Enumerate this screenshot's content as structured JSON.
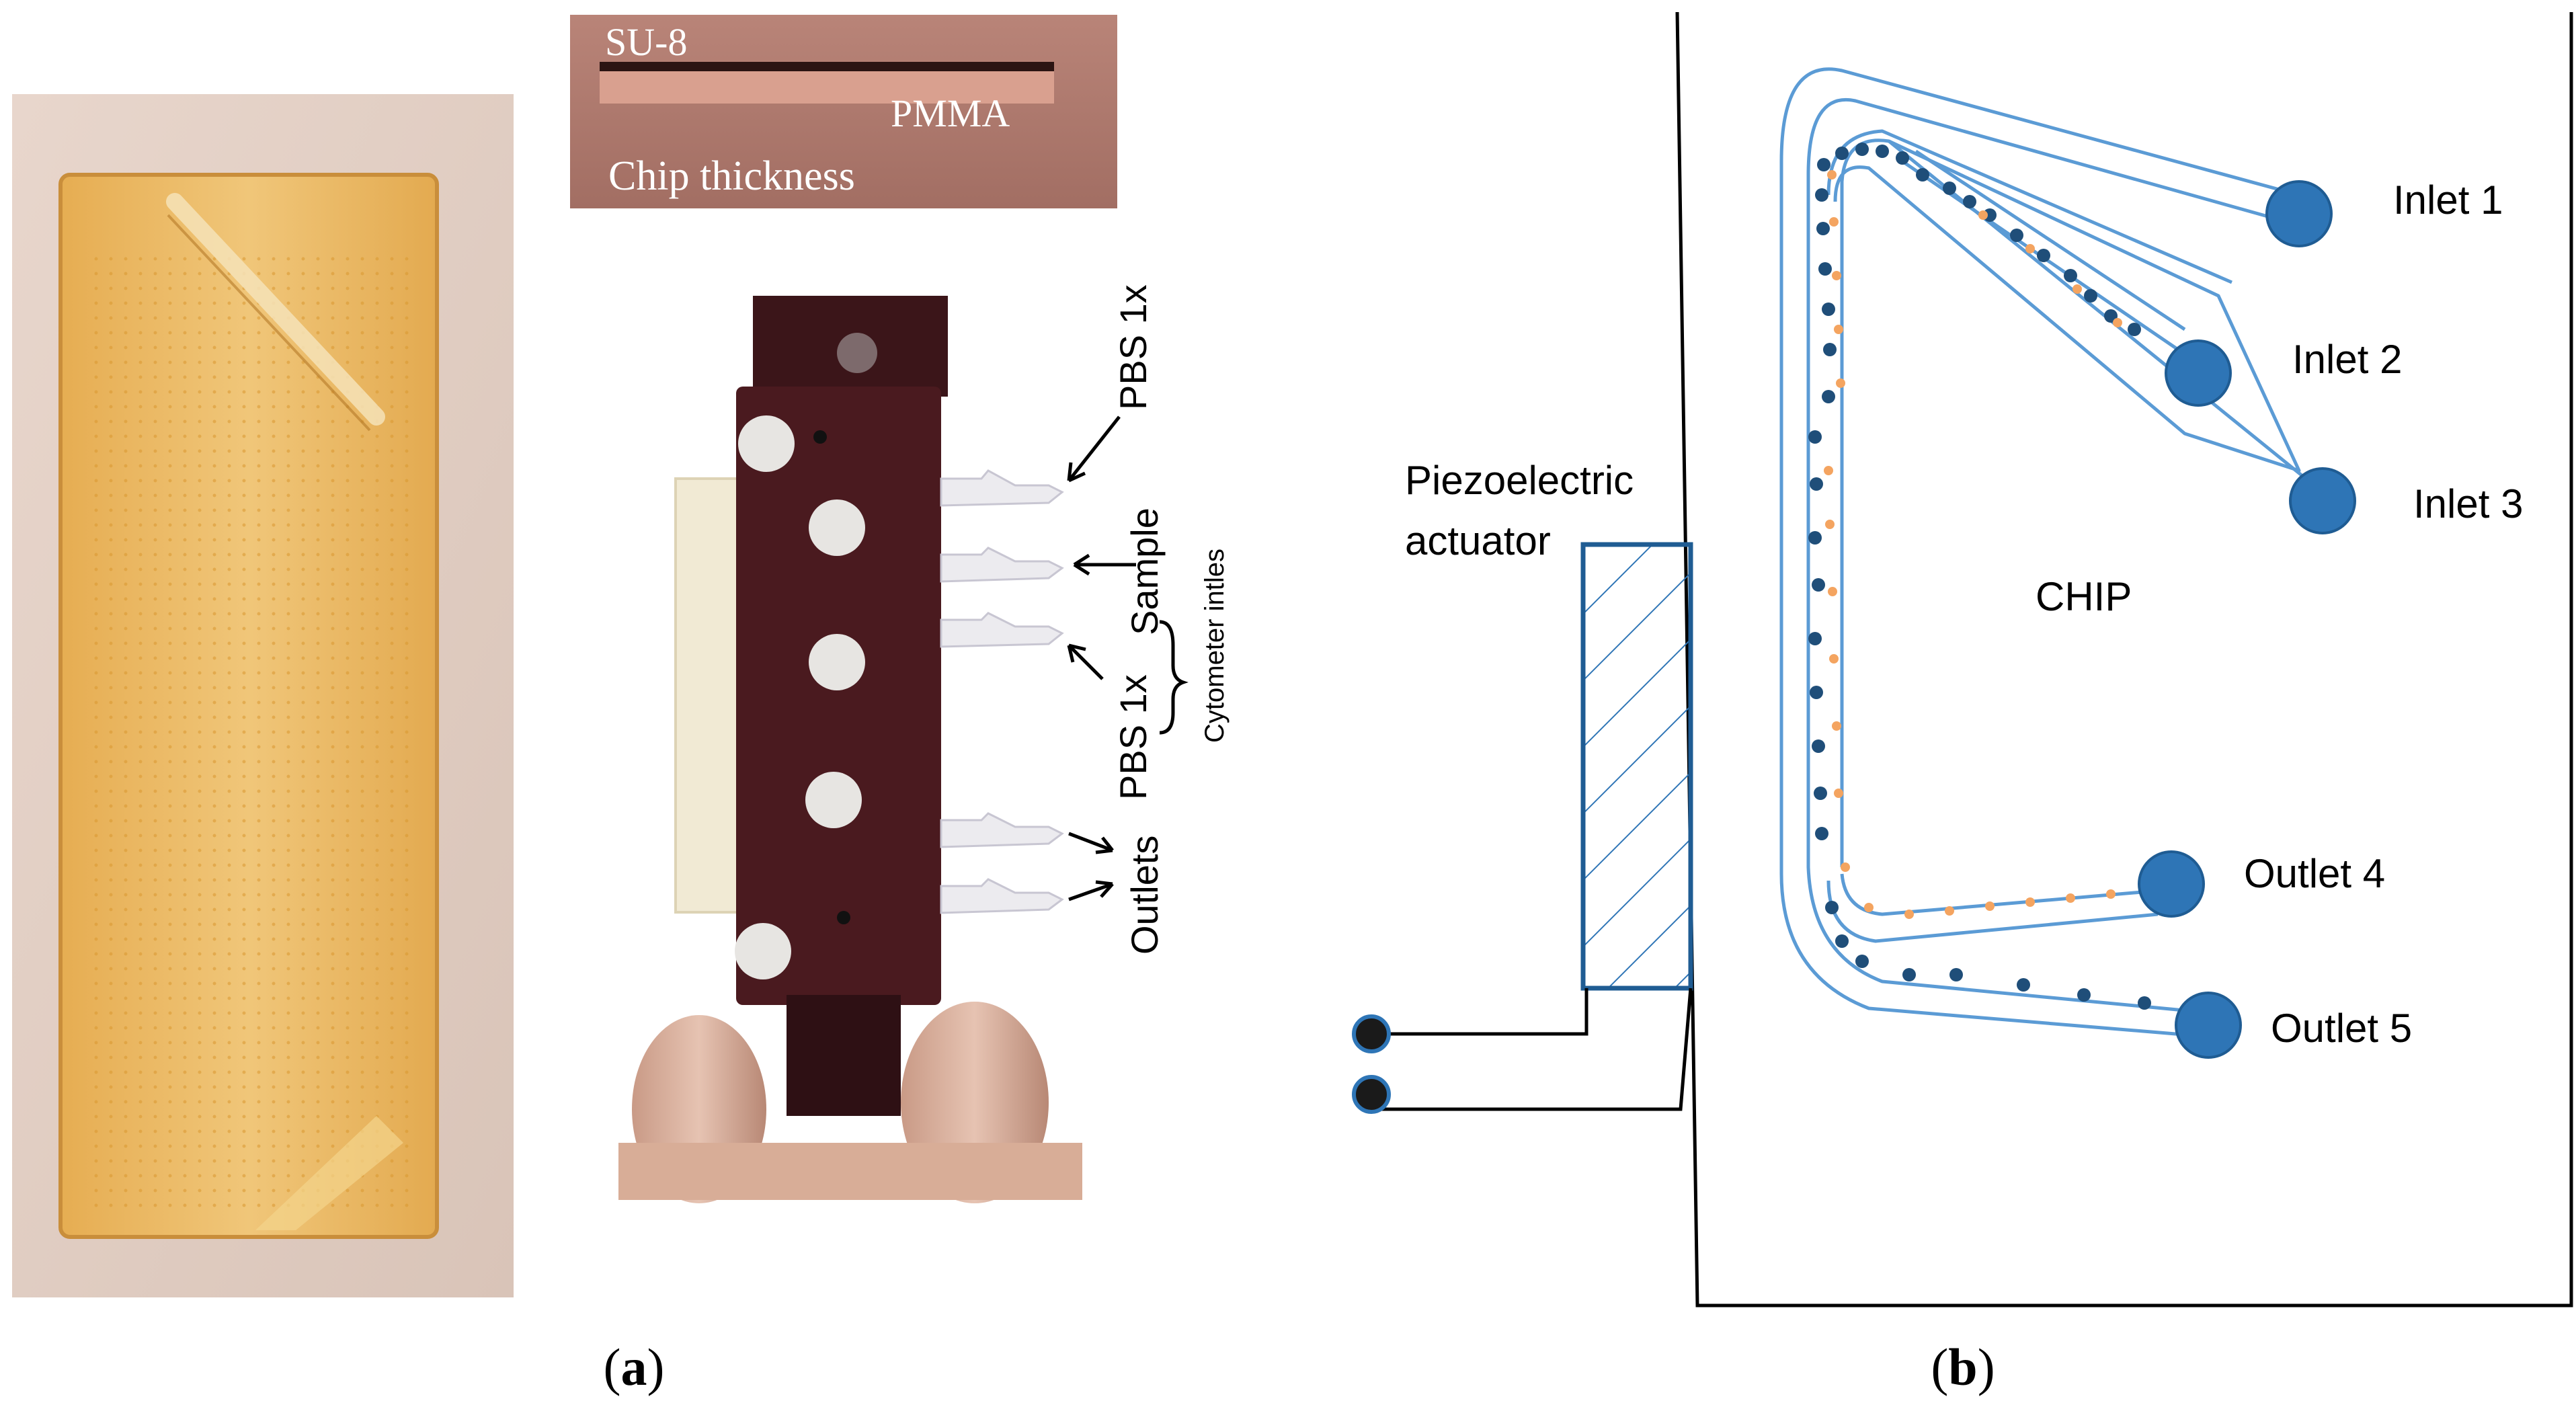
{
  "panel_a": {
    "caption": "(a)",
    "caption_letter": "a",
    "thickness_photo": {
      "labels": [
        "SU-8",
        "PMMA",
        "Chip thickness"
      ]
    },
    "holder_photo": {
      "port_labels": [
        "PBS 1x",
        "Sample",
        "PBS 1x",
        "Outlets"
      ],
      "group_label": "Cytometer intles"
    }
  },
  "panel_b": {
    "caption": "(b)",
    "caption_letter": "b",
    "chip_label": "CHIP",
    "actuator_label_line1": "Piezoelectric",
    "actuator_label_line2": "actuator",
    "ports": [
      "Inlet 1",
      "Inlet 2",
      "Inlet 3",
      "Outlet 4",
      "Outlet 5"
    ]
  },
  "colors": {
    "port_blue": "#2e75b6",
    "channel_blue": "#5b9bd5",
    "particle_dark": "#1f4e79",
    "particle_orange": "#f4a460",
    "chip_amber": "#e9b45a",
    "holder_maroon": "#4a1a1f"
  }
}
